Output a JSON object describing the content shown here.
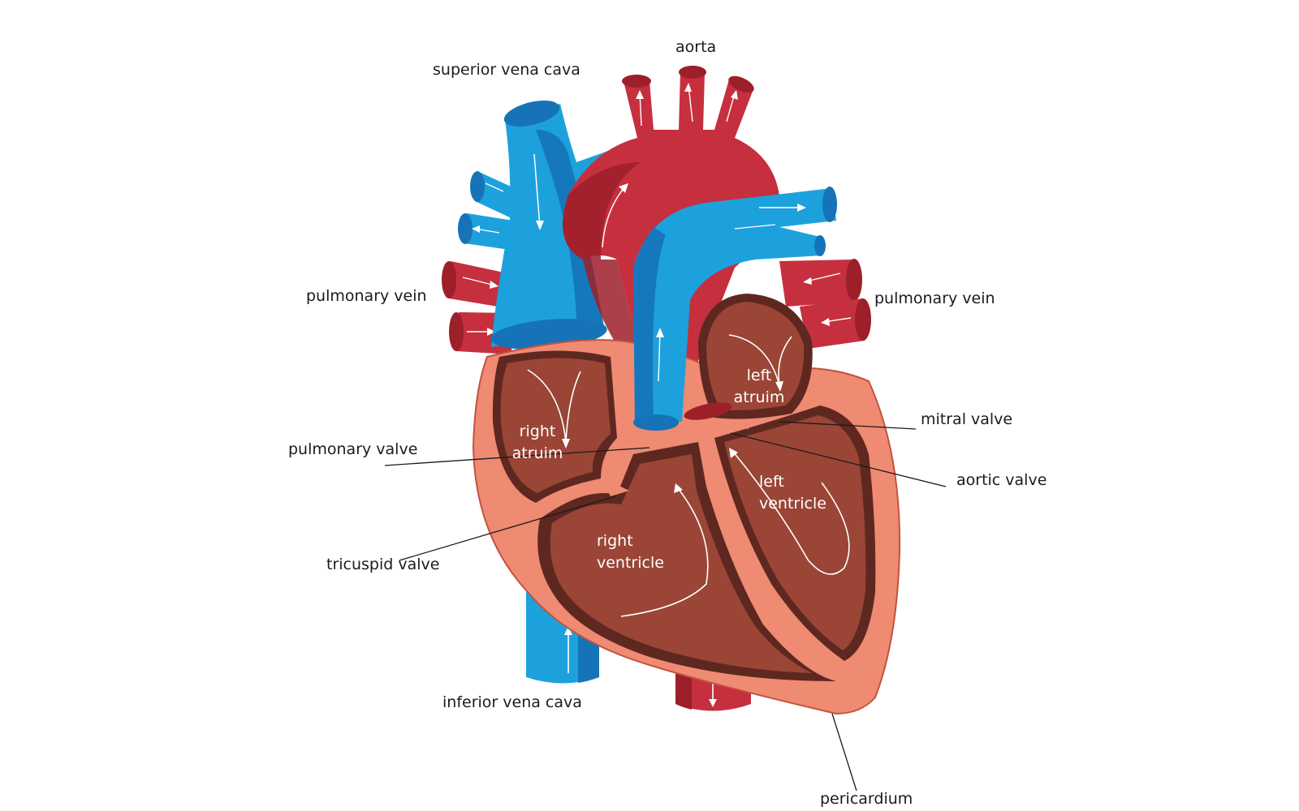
{
  "labels": {
    "aorta": "aorta",
    "superior_vena_cava": "superior vena cava",
    "pulmonary_vein_left": "pulmonary vein",
    "pulmonary_vein_right": "pulmonary vein",
    "mitral_valve": "mitral valve",
    "pulmonary_valve": "pulmonary valve",
    "aortic_valve": "aortic valve",
    "tricuspid_valve": "tricuspid valve",
    "inferior_vena_cava": "inferior vena cava",
    "pericardium": "pericardium"
  },
  "chambers": {
    "right_atrium": [
      "right",
      "atruim"
    ],
    "left_atrium": [
      "left",
      "atruim"
    ],
    "right_ventricle": [
      "right",
      "ventricle"
    ],
    "left_ventricle": [
      "left",
      "ventricle"
    ]
  },
  "colors": {
    "venous_blue": "#1da1dc",
    "venous_blue_dark": "#1673b8",
    "arterial_red": "#c62f3e",
    "arterial_red_dark": "#9c1f2a",
    "pericardium_salmon": "#ef8a73",
    "myocardium_brown": "#9a4536",
    "wall_dark": "#5e2820",
    "leader_line": "#1b1b1b"
  }
}
